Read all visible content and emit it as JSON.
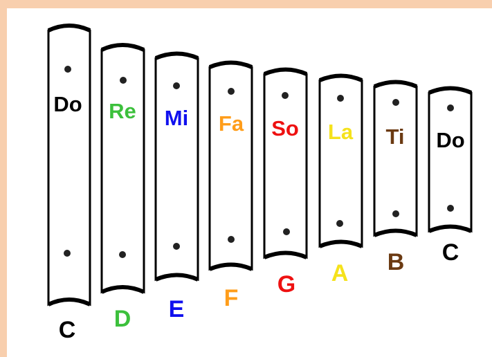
{
  "bars": [
    {
      "syllable": "Do",
      "note": "C",
      "color": "#000000"
    },
    {
      "syllable": "Re",
      "note": "D",
      "color": "#3cc03c"
    },
    {
      "syllable": "Mi",
      "note": "E",
      "color": "#1010ee"
    },
    {
      "syllable": "Fa",
      "note": "F",
      "color": "#ff9d1a"
    },
    {
      "syllable": "So",
      "note": "G",
      "color": "#ee1111"
    },
    {
      "syllable": "La",
      "note": "A",
      "color": "#f5e21c"
    },
    {
      "syllable": "Ti",
      "note": "B",
      "color": "#6b3a12"
    },
    {
      "syllable": "Do",
      "note": "C",
      "color": "#000000"
    }
  ]
}
